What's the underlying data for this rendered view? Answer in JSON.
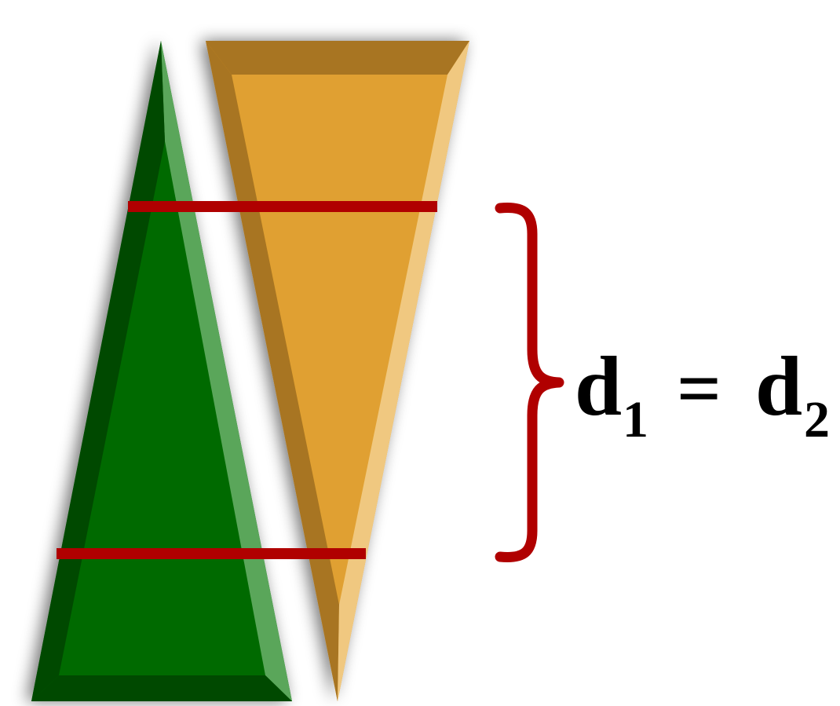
{
  "equation": {
    "var_left": "d",
    "sub_left": "1",
    "operator": "=",
    "var_right": "d",
    "sub_right": "2"
  },
  "colors": {
    "green_shape": "#006a00",
    "green_edge_light": "#5aa65a",
    "green_edge_dark": "#004a00",
    "orange_shape": "#e0a030",
    "orange_edge_light": "#f0c880",
    "orange_edge_dark": "#a87420",
    "measure_line": "#b00000",
    "brace": "#b00000"
  }
}
